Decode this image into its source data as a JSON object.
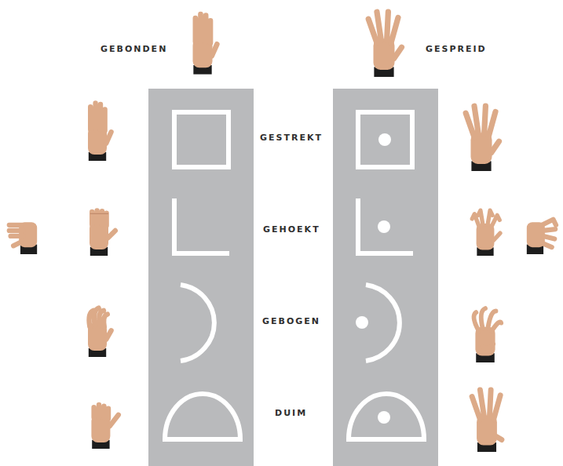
{
  "diagram": {
    "labels": [
      "GEBONDEN",
      "GESPREID",
      "GESTREKT",
      "GEHOEKT",
      "GEBOGEN",
      "DUIM"
    ]
  }
}
